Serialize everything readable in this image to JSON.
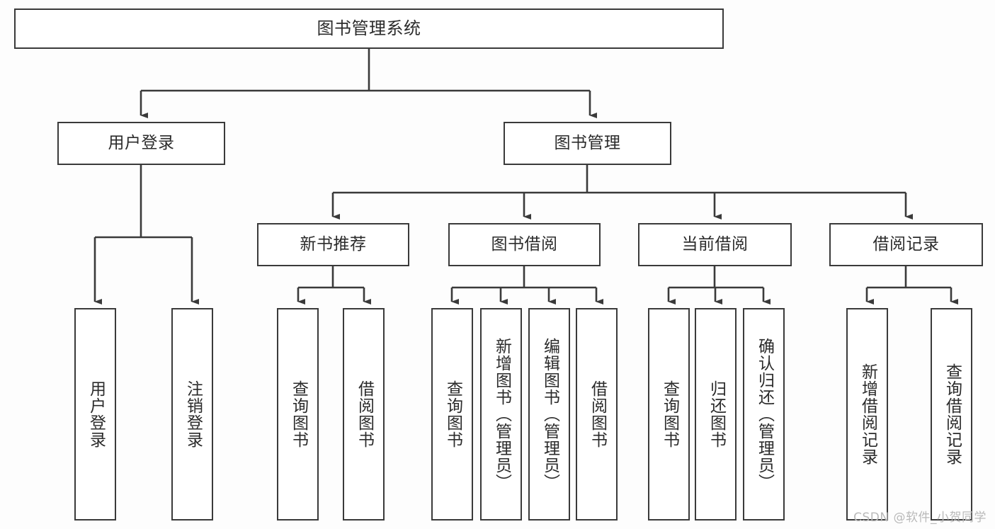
{
  "diagram": {
    "title": "图书管理系统",
    "type": "tree",
    "watermark": "CSDN @软件_小贺同学",
    "colors": {
      "stroke": "#3a3a3a",
      "node_fill": "#ffffff",
      "text": "#2b2b2b",
      "background": "#fdfdfd",
      "watermark": "#b9b9b9"
    },
    "levels": {
      "level0": [
        "图书管理系统"
      ],
      "level1": [
        "用户登录",
        "图书管理"
      ],
      "level2": [
        "新书推荐",
        "图书借阅",
        "当前借阅",
        "借阅记录"
      ],
      "level3_groups": [
        {
          "parent": "用户登录",
          "children": [
            "用户登录",
            "注销登录"
          ]
        },
        {
          "parent": "新书推荐",
          "children": [
            "查询图书",
            "借阅图书"
          ]
        },
        {
          "parent": "图书借阅",
          "children": [
            "查询图书",
            "新增图书（管理员）",
            "编辑图书（管理员）",
            "借阅图书"
          ]
        },
        {
          "parent": "当前借阅",
          "children": [
            "查询图书",
            "归还图书",
            "确认归还（管理员）"
          ]
        },
        {
          "parent": "借阅记录",
          "children": [
            "新增借阅记录",
            "查询借阅记录"
          ]
        }
      ]
    },
    "nodes": {
      "root": "图书管理系统",
      "user_login": "用户登录",
      "book_manage": "图书管理",
      "new_book_rec": "新书推荐",
      "book_borrow": "图书借阅",
      "current_borrow": "当前借阅",
      "borrow_record": "借阅记录",
      "leaf_user_login": "用户登录",
      "leaf_logout": "注销登录",
      "leaf_query_book_a": "查询图书",
      "leaf_borrow_book_a": "借阅图书",
      "leaf_query_book_b": "查询图书",
      "leaf_add_book": "新增图书（管理员）",
      "leaf_edit_book": "编辑图书（管理员）",
      "leaf_borrow_book_b": "借阅图书",
      "leaf_query_book_c": "查询图书",
      "leaf_return_book": "归还图书",
      "leaf_confirm_return": "确认归还（管理员）",
      "leaf_add_record": "新增借阅记录",
      "leaf_query_record": "查询借阅记录"
    }
  }
}
